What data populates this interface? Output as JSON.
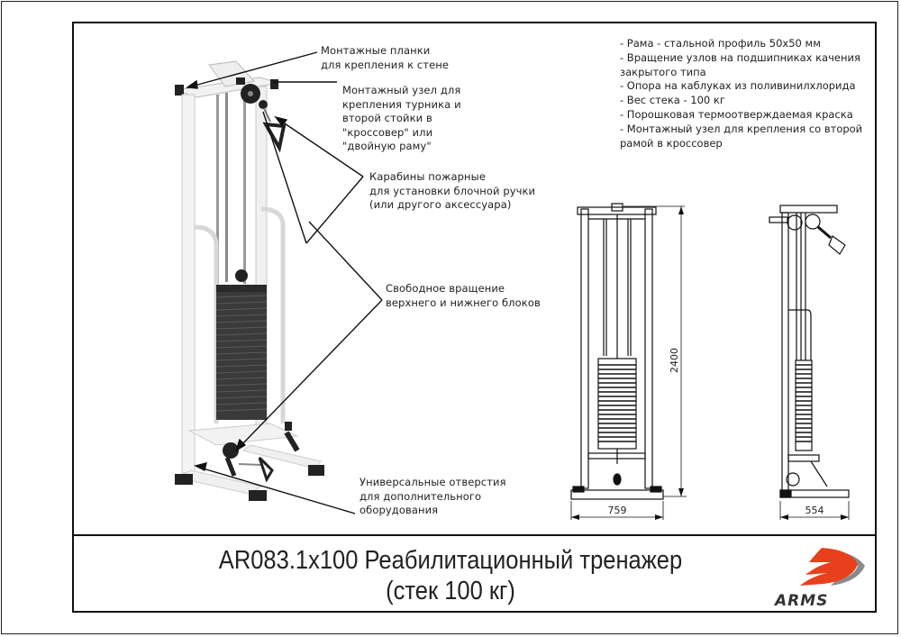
{
  "document": {
    "title_line1": "AR083.1x100 Реабилитационный тренажер",
    "title_line2": "(стек 100 кг)",
    "brand": {
      "name": "ARMS",
      "logo_colors": {
        "primary": "#e8401c",
        "shadow": "#8a8a8a",
        "text": "#333333"
      }
    }
  },
  "callouts": [
    {
      "id": "wall-plates",
      "text": "Монтажные планки\n для крепления к стене"
    },
    {
      "id": "mount-node",
      "text": "Монтажный узел для\nкрепления турника и\nвторой стойки в\n\"кроссовер\" или\n\"двойную раму\""
    },
    {
      "id": "carabiners",
      "text": "Карабины пожарные\nдля установки блочной ручки\n(или другого аксессуара)"
    },
    {
      "id": "pulleys",
      "text": "Свободное вращение\nверхнего и нижнего блоков"
    },
    {
      "id": "holes",
      "text": "Универсальные отверстия\nдля дополнительного\nоборудования"
    }
  ],
  "specs": [
    "- Рама - стальной профиль 50х50 мм",
    "- Вращение узлов на подшипниках качения закрытого типа",
    "- Опора на каблуках из поливинилхлорида",
    "- Вес стека - 100 кг",
    "- Порошковая термоотверждаемая краска",
    "- Монтажный узел для крепления со второй рамой в кроссовер"
  ],
  "dimensions": {
    "height": "2400",
    "width_front": "759",
    "depth_side": "554"
  }
}
